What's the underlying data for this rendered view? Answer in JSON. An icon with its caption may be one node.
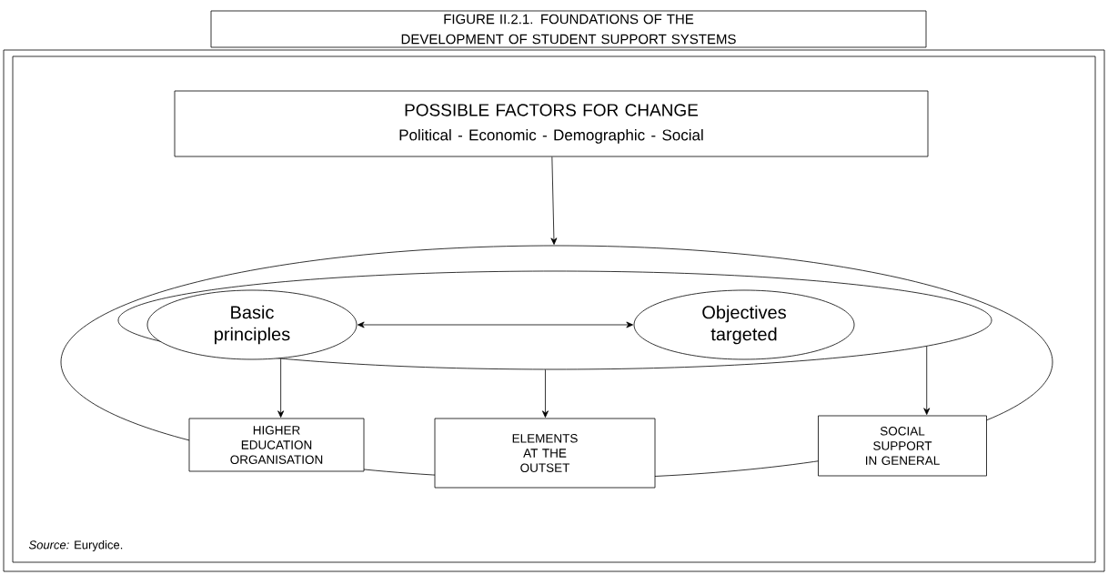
{
  "diagram": {
    "title": "FIGURE II.2.1. FOUNDATIONS OF THE DEVELOPMENT OF STUDENT SUPPORT SYSTEMS",
    "nodes": [
      {
        "text": [
          "POSSIBLE FACTORS FOR CHANGE",
          "Political - Economic - Demographic - Social"
        ]
      },
      {
        "text": [],
        "shape": "ellipse"
      },
      {
        "text": [],
        "shape": "ellipse",
        "in": 1
      },
      {
        "text": [
          "Basic principles"
        ],
        "in": 2
      },
      {
        "text": [
          "Objectives targeted"
        ],
        "in": 2
      },
      {
        "text": [
          "HIGHER EDUCATION ORGANISATION"
        ],
        "in": 1
      },
      {
        "text": [
          "ELEMENTS AT THE OUTSET"
        ],
        "in": 1
      },
      {
        "text": [
          "SOCIAL SUPPORT IN GENERAL"
        ],
        "in": 1
      }
    ],
    "edges": [
      {
        "from": 0,
        "to": 1,
        "arrow": "to"
      },
      {
        "from": 3,
        "to": 4,
        "arrow": "both"
      },
      {
        "from": 2,
        "to": 5,
        "arrow": "to"
      },
      {
        "from": 2,
        "to": 6,
        "arrow": "to"
      },
      {
        "from": 2,
        "to": 7,
        "arrow": "to"
      }
    ],
    "labels": [
      "*Source:* Eurydice."
    ]
  }
}
